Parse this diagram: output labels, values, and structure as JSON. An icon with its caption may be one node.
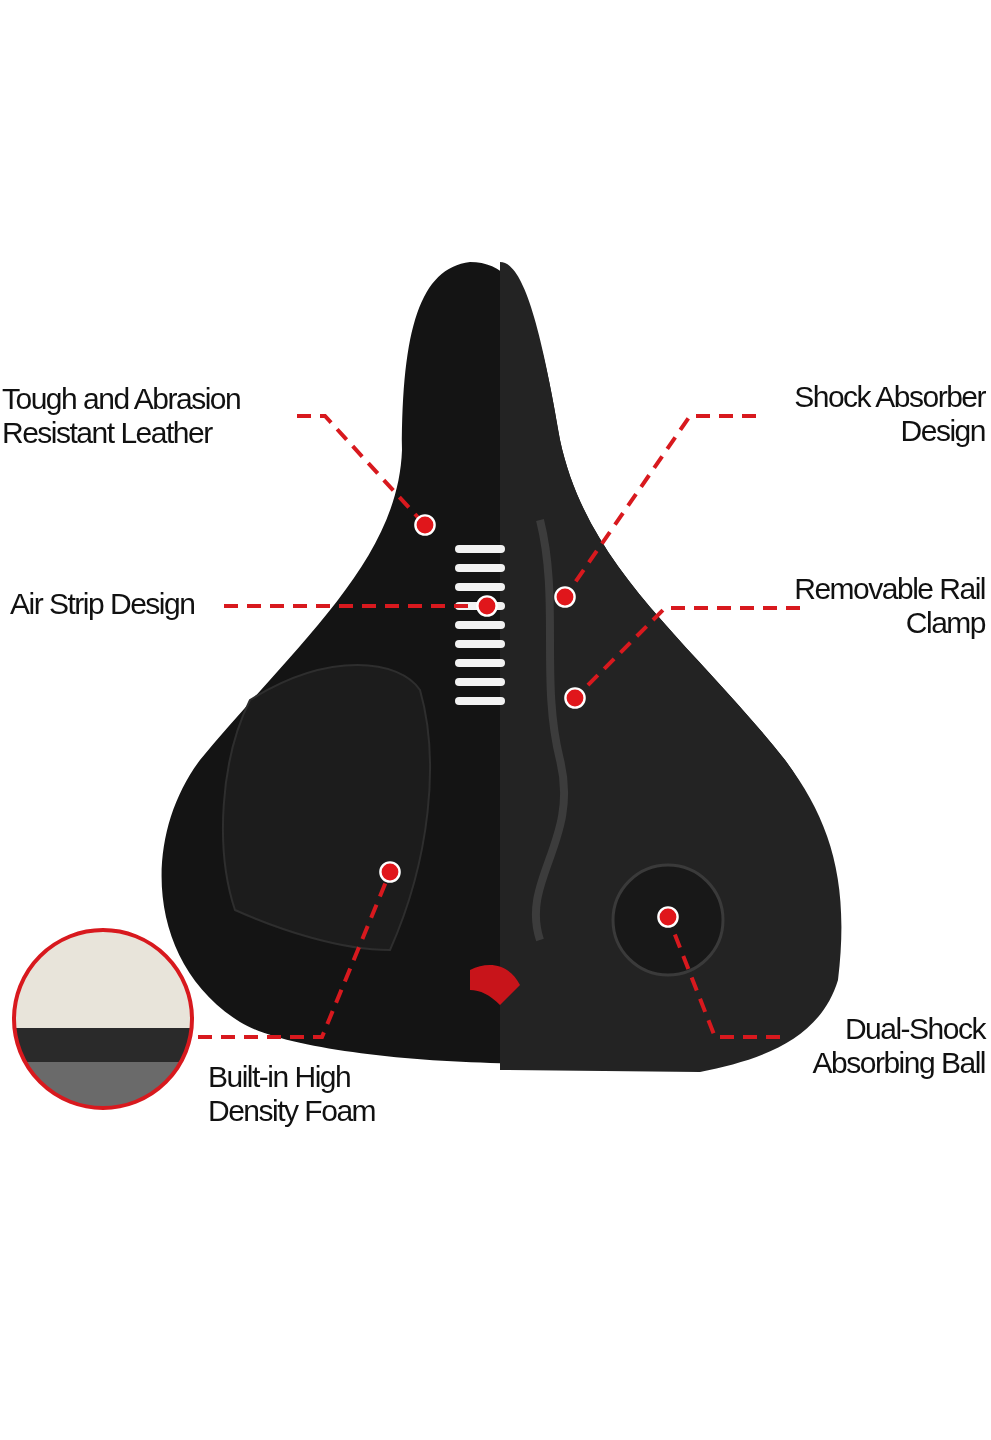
{
  "diagram": {
    "nodes": [
      {
        "text": [
          "Tough and Abrasion Resistant Leather"
        ]
      },
      {
        "text": [
          "Shock Absorber Design"
        ]
      },
      {
        "text": [
          "Air Strip Design"
        ]
      },
      {
        "text": [
          "Removable Rail Clamp"
        ]
      },
      {
        "text": [],
        "shape": "picture",
        "beside": [
          "Built-in High Density Foam"
        ]
      },
      {
        "text": [
          "Dual-Shock Absorbing Ball"
        ]
      }
    ],
    "edges": [
      {
        "from": 0,
        "to": null,
        "arrow": "other",
        "style": "dashed"
      },
      {
        "from": 1,
        "to": null,
        "arrow": "other",
        "style": "dashed"
      },
      {
        "from": 2,
        "to": null,
        "arrow": "other",
        "style": "dashed"
      },
      {
        "from": 3,
        "to": null,
        "arrow": "other",
        "style": "dashed"
      },
      {
        "from": 4,
        "to": null,
        "arrow": "other",
        "style": "dashed"
      },
      {
        "from": 5,
        "to": null,
        "arrow": "other",
        "style": "dashed"
      }
    ]
  }
}
